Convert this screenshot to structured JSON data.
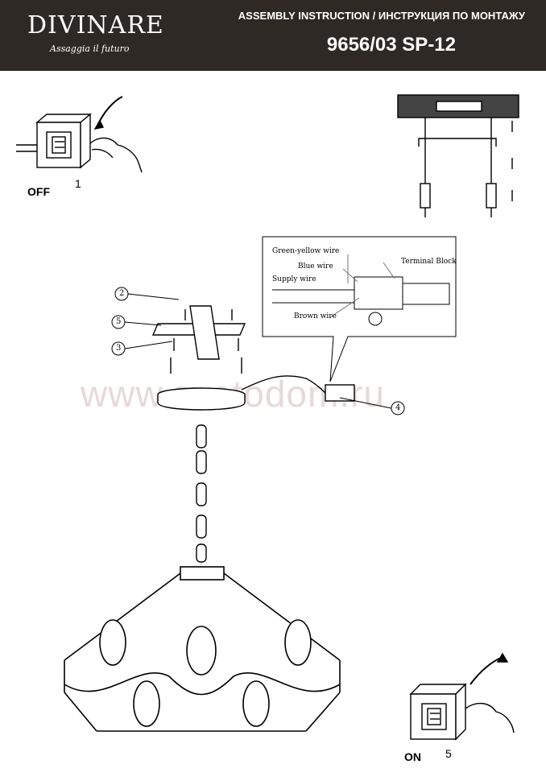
{
  "header": {
    "brand": "DIVINARE",
    "tagline": "Assaggia il futuro",
    "title": "ASSEMBLY INSTRUCTION / ИНСТРУКЦИЯ ПО МОНТАЖУ",
    "model": "9656/03 SP-12"
  },
  "steps": {
    "off_label": "OFF",
    "off_number": "1",
    "on_label": "ON",
    "on_number": "5"
  },
  "wiring": {
    "green_yellow": "Green-yellow wire",
    "blue": "Blue wire",
    "supply": "Supply wire",
    "brown": "Brown wire",
    "terminal": "Terminal Block"
  },
  "callouts": [
    "2",
    "5",
    "3",
    "4"
  ],
  "watermark": "www.svetodom.ru"
}
